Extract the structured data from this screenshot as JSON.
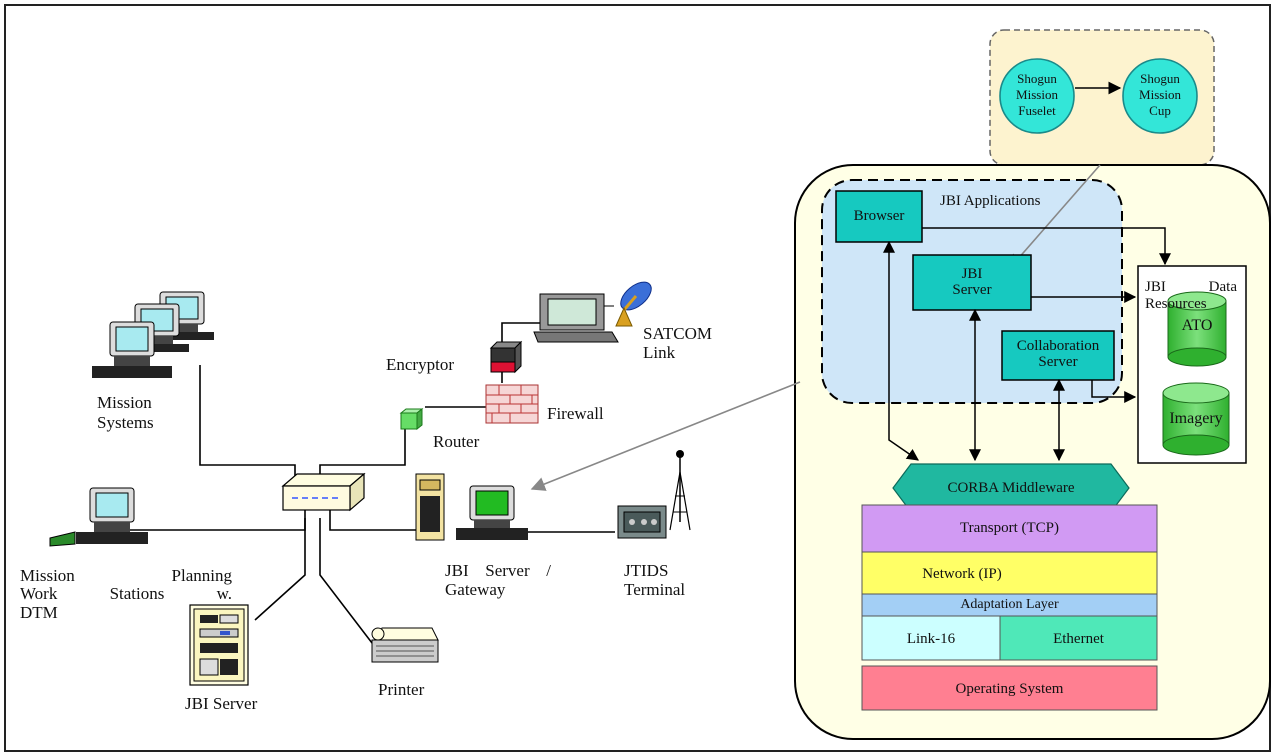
{
  "network": {
    "mission_systems": "Mission\nSystems",
    "mission_planning": {
      "line1": "Mission Planning",
      "line2": "Work Stations w.",
      "line3": "DTM"
    },
    "jbi_server": "JBI Server",
    "printer": "Printer",
    "router": "Router",
    "firewall": "Firewall",
    "encryptor": "Encryptor",
    "satcom": {
      "line1": "SATCOM",
      "line2": "Link"
    },
    "gateway": {
      "line1": "JBI Server /",
      "line2": "Gateway"
    },
    "jtids": {
      "line1": "JTIDS",
      "line2": "Terminal"
    }
  },
  "shogun": {
    "fuselet": [
      "Shogun",
      "Mission",
      "Fuselet"
    ],
    "cup": [
      "Shogun",
      "Mission",
      "Cup"
    ]
  },
  "architecture": {
    "jbi_applications": "JBI Applications",
    "browser": "Browser",
    "jbi_server": [
      "JBI",
      "Server"
    ],
    "collaboration_server": [
      "Collaboration",
      "Server"
    ],
    "data_resources": {
      "line1": "JBI Data",
      "line2": "Resources"
    },
    "ato": "ATO",
    "imagery": "Imagery",
    "stack": {
      "corba": "CORBA Middleware",
      "transport": "Transport (TCP)",
      "network": "Network (IP)",
      "adaptation": "Adaptation Layer",
      "link16": "Link-16",
      "ethernet": "Ethernet",
      "os": "Operating System"
    }
  },
  "colors": {
    "teal_box": "#16c9c0",
    "circle": "#33e6d8",
    "shogun_bg": "#fdf3cf",
    "arch_bg": "#ffffe6",
    "apps_bg": "#cfe6f8",
    "transport": "#d19af3",
    "network": "#ffff66",
    "adaptation": "#a3cff5",
    "link16": "#ccffff",
    "ethernet": "#4fe8b8",
    "os": "#ff7f91",
    "corba": "#20b8a0"
  }
}
